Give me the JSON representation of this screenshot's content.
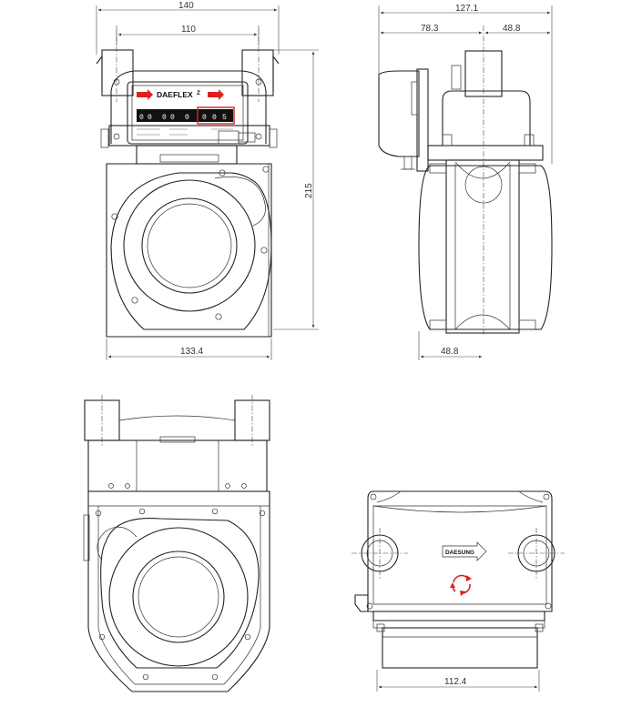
{
  "dimensions": {
    "front_overall_width": "140",
    "front_inner_width": "110",
    "front_height": "215",
    "front_bottom_width": "133.4",
    "side_overall_depth": "127.1",
    "side_left_depth": "78.3",
    "side_right_depth": "48.8",
    "side_bottom_depth": "48.8",
    "bottom_view_width": "112.4"
  },
  "labels": {
    "brand": "DAEFLEX",
    "base_brand": "DAESUNG",
    "counter_digits": [
      "0",
      "0",
      "0",
      "0",
      "0",
      "0",
      "0",
      "5"
    ]
  },
  "colors": {
    "accent": "#e02020",
    "line": "#222222",
    "counter_bg": "#111111"
  }
}
